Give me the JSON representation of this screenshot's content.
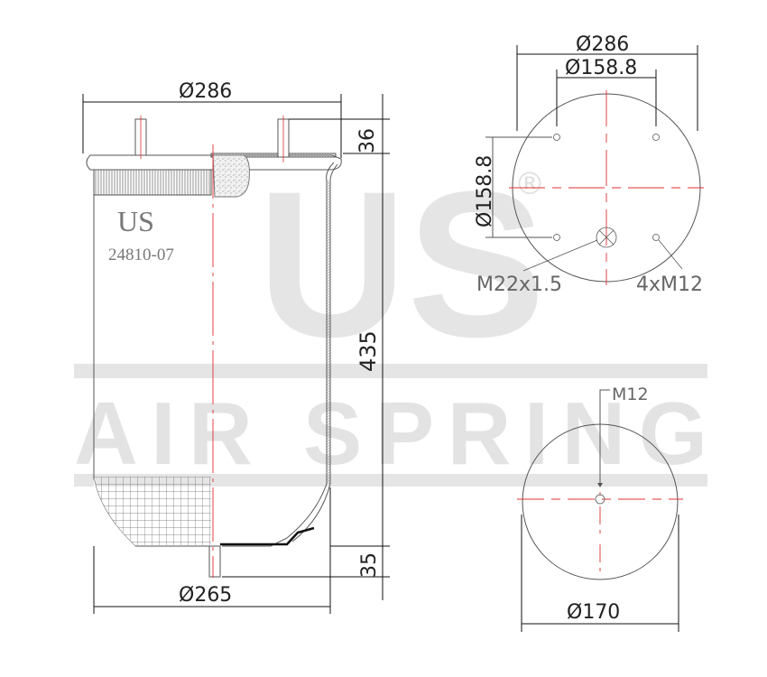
{
  "watermark": {
    "brand": "US",
    "registered": "®",
    "subtitle": "AIR SPRING",
    "letters": [
      "A",
      "I",
      "R",
      "S",
      "P",
      "R",
      "I",
      "N",
      "G"
    ],
    "color": "#e3e3e3"
  },
  "side_view": {
    "label_brand": "US",
    "part_number": "24810-07",
    "dims": {
      "top_diameter": "Ø286",
      "stud_height": "36",
      "body_height": "435",
      "bottom_stud_height": "35",
      "bottom_diameter": "Ø265"
    }
  },
  "top_view": {
    "dims": {
      "outer_diameter": "Ø286",
      "bolt_circle_horizontal": "Ø158.8",
      "bolt_circle_vertical": "Ø158.8"
    },
    "callouts": {
      "air_inlet": "M22x1.5",
      "studs": "4xM12"
    }
  },
  "bottom_view": {
    "dims": {
      "diameter": "Ø170"
    },
    "callouts": {
      "center_thread": "M12"
    }
  },
  "colors": {
    "line": "#555555",
    "dim_line": "#111111",
    "center_line": "#e03030",
    "hatch": "#888888"
  }
}
